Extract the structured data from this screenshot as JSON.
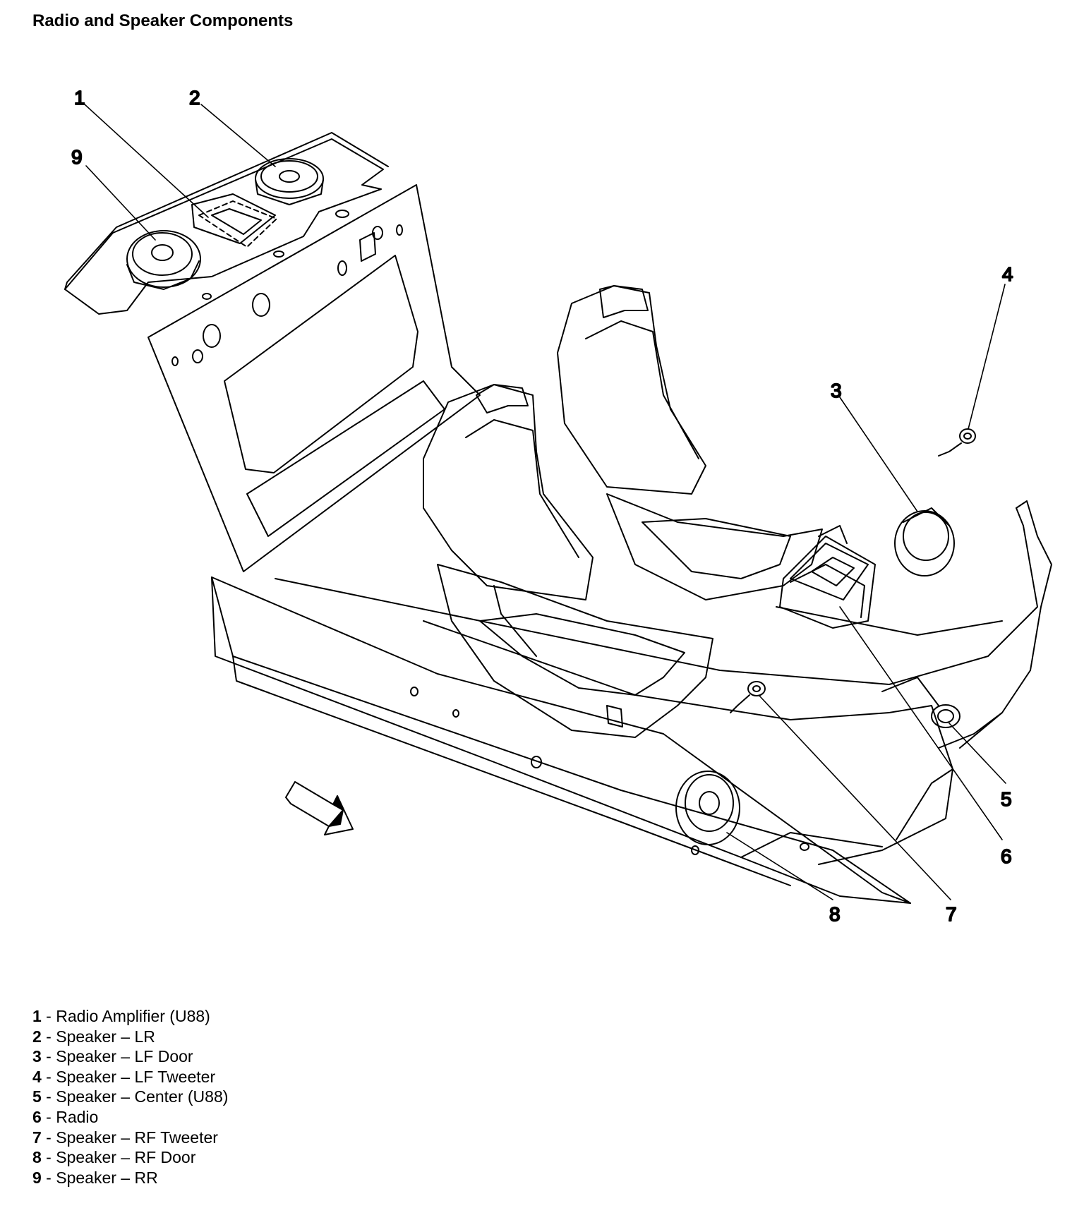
{
  "title": "Radio and Speaker Components",
  "callouts": [
    "1",
    "2",
    "3",
    "4",
    "5",
    "6",
    "7",
    "8",
    "9"
  ],
  "legend": [
    {
      "num": "1",
      "text": " - Radio Amplifier (U88)"
    },
    {
      "num": "2",
      "text": " - Speaker – LR"
    },
    {
      "num": "3",
      "text": " - Speaker – LF Door"
    },
    {
      "num": "4",
      "text": " - Speaker – LF Tweeter"
    },
    {
      "num": "5",
      "text": " - Speaker – Center (U88)"
    },
    {
      "num": "6",
      "text": " - Radio"
    },
    {
      "num": "7",
      "text": " - Speaker – RF Tweeter"
    },
    {
      "num": "8",
      "text": " - Speaker – RF Door"
    },
    {
      "num": "9",
      "text": " - Speaker – RR"
    }
  ]
}
